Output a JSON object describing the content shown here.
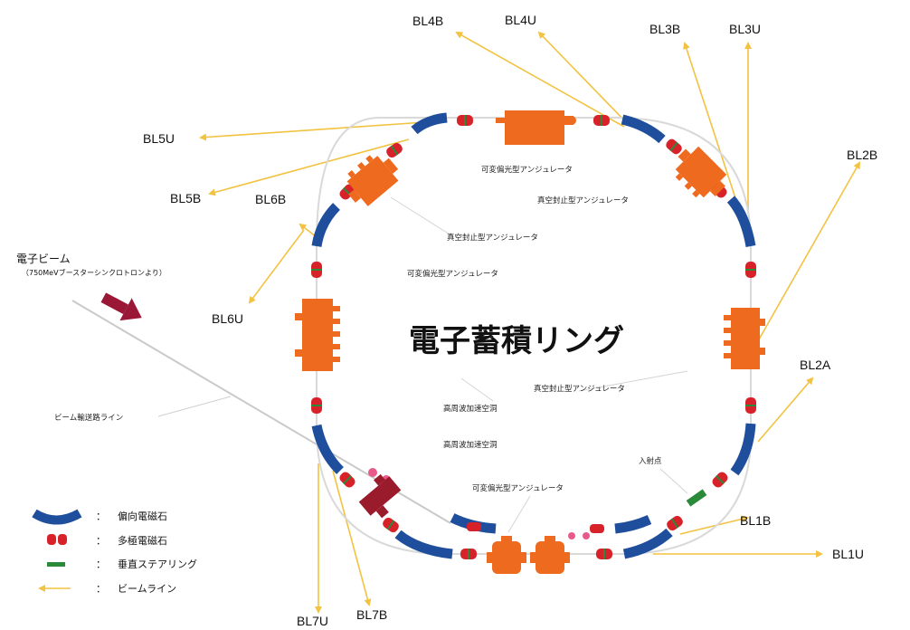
{
  "title": "電子蓄積リング",
  "injection": {
    "label": "電子ビーム",
    "sub": "（750MeVブースターシンクロトロンより）",
    "transport": "ビーム輸送路ライン",
    "point": "入射点"
  },
  "devices": {
    "undulator_var_top": "可変偏光型アンジュレータ",
    "undulator_vac_tr": "真空封止型アンジュレータ",
    "undulator_vac_tl": "真空封止型アンジュレータ",
    "undulator_var_tl": "可変偏光型アンジュレータ",
    "undulator_vac_right": "真空封止型アンジュレータ",
    "cavity_1": "高周波加速空洞",
    "cavity_2": "高周波加速空洞",
    "undulator_var_bottom": "可変偏光型アンジュレータ"
  },
  "beamlines": {
    "BL4B": "BL4B",
    "BL4U": "BL4U",
    "BL3B": "BL3B",
    "BL3U": "BL3U",
    "BL2B": "BL2B",
    "BL2A": "BL2A",
    "BL1B": "BL1B",
    "BL1U": "BL1U",
    "BL7U": "BL7U",
    "BL7B": "BL7B",
    "BL6U": "BL6U",
    "BL6B": "BL6B",
    "BL5B": "BL5B",
    "BL5U": "BL5U"
  },
  "legend": {
    "colon": "：",
    "dipole": "偏向電磁石",
    "multipole": "多極電磁石",
    "steering": "垂直ステアリング",
    "beamline": "ビームライン"
  },
  "colors": {
    "dipole": "#1f4e9c",
    "multipole": "#d8222a",
    "insertion": "#ee6a1f",
    "steering": "#2a8a3a",
    "beamline": "#f2c241",
    "arrow": "#9a1736",
    "injection_line": "#c9c9c9"
  }
}
